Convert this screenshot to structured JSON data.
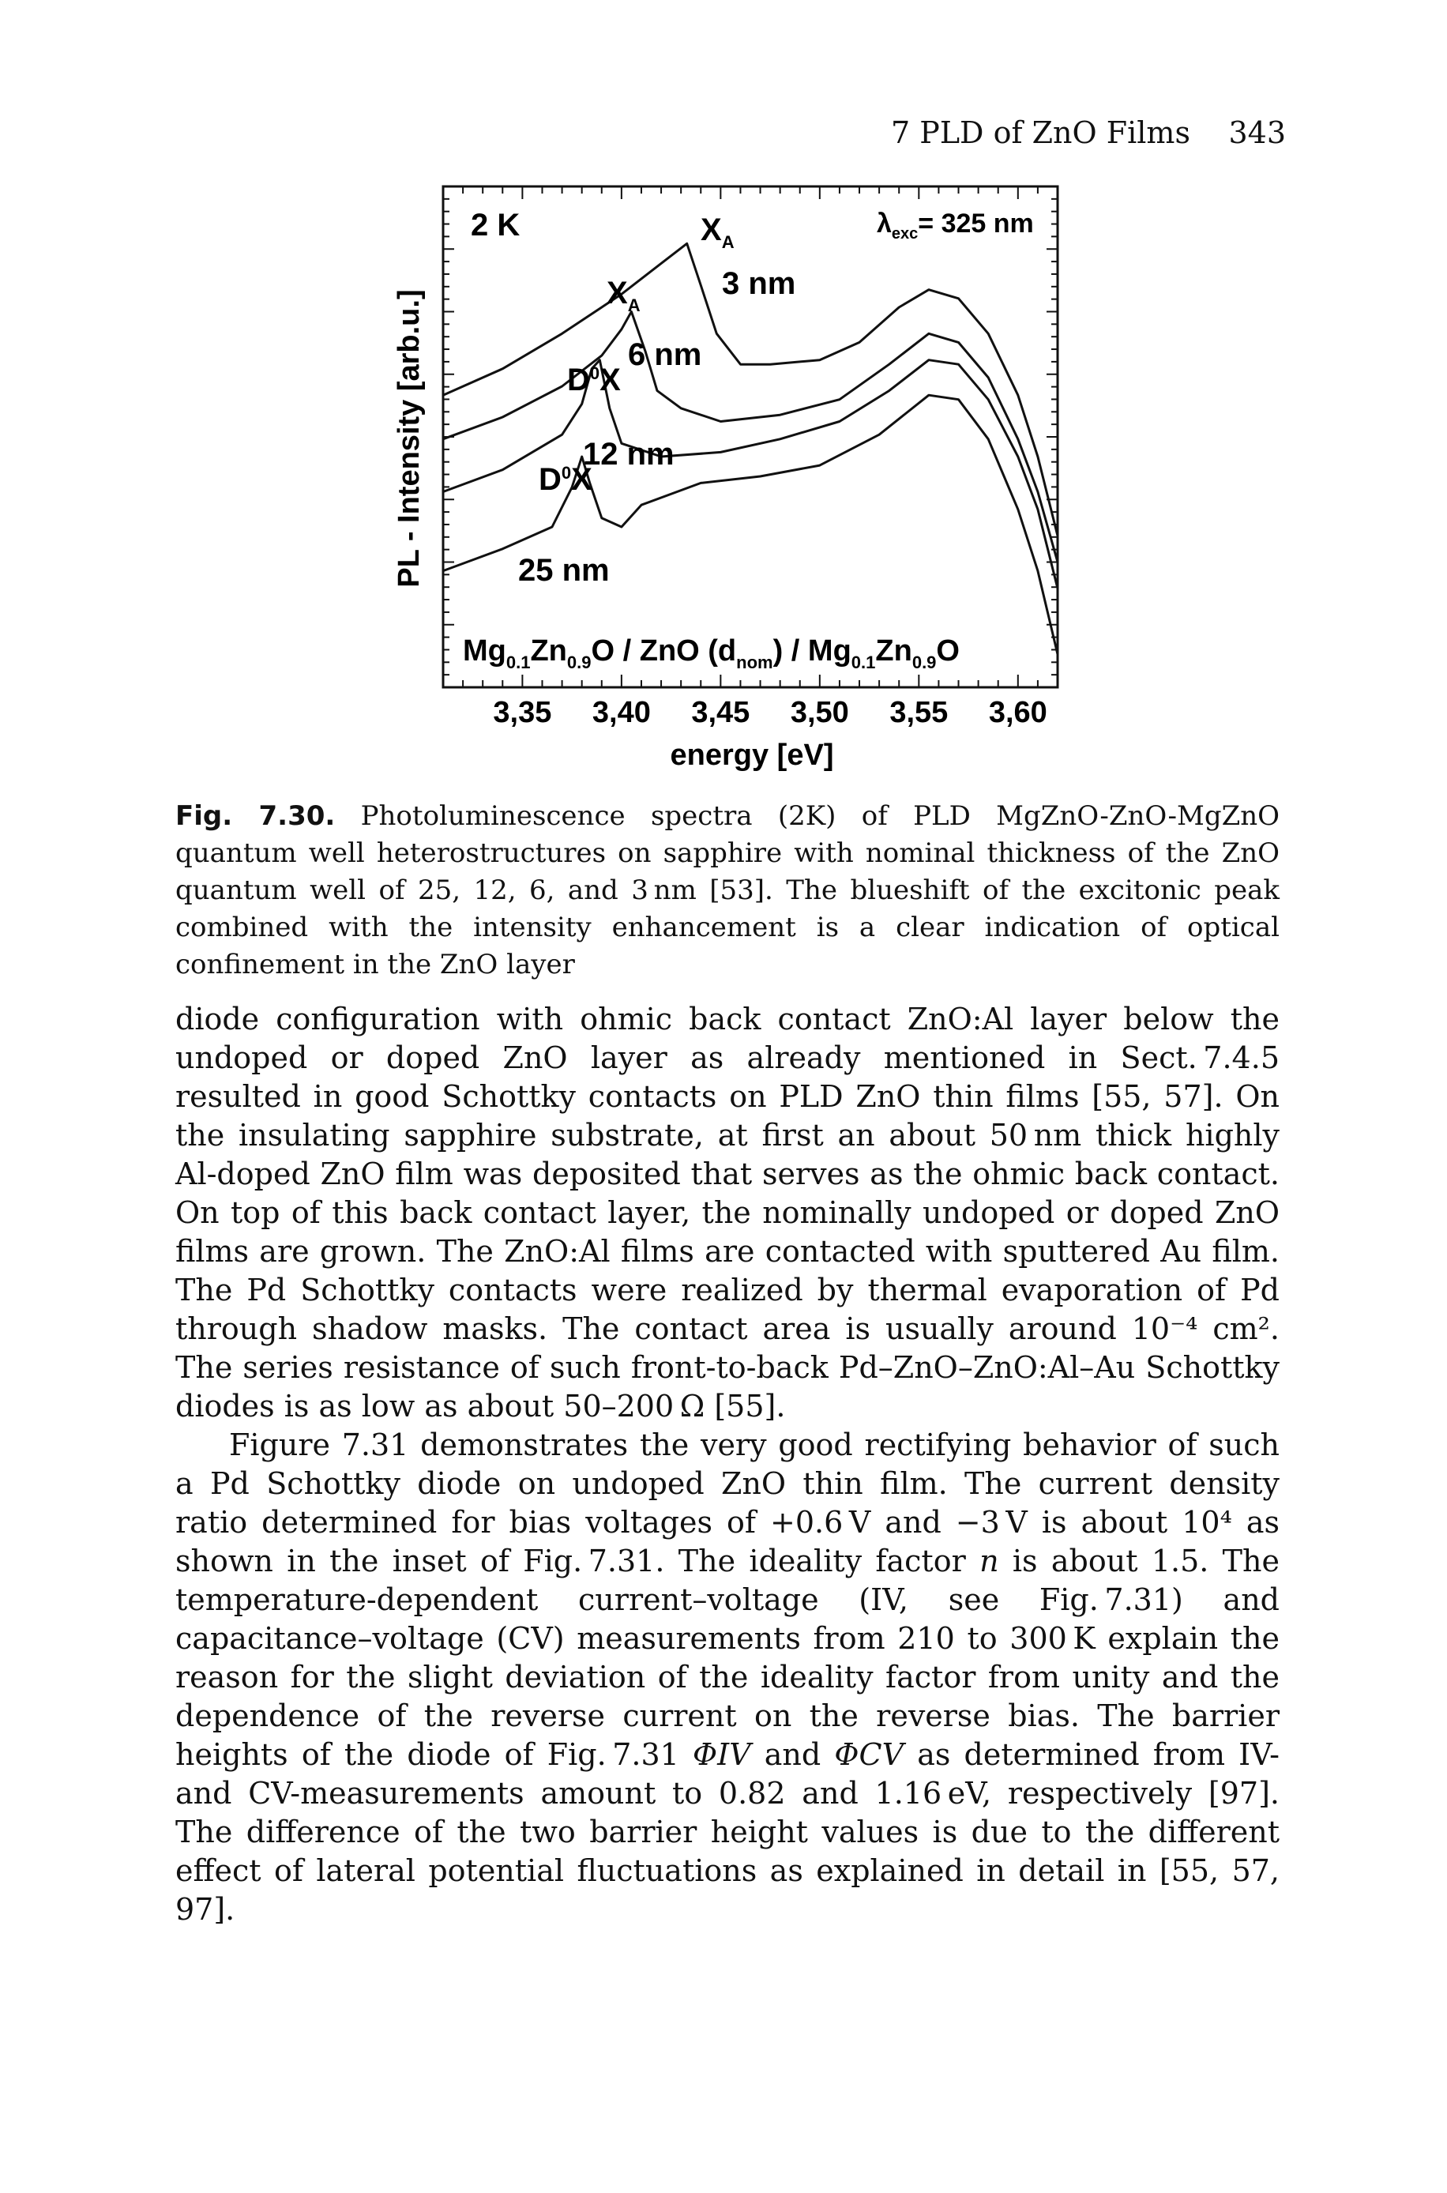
{
  "header": {
    "running_title": "7 PLD of ZnO Films",
    "page_number": "343"
  },
  "figure": {
    "label": "Fig. 7.30.",
    "caption": "Photoluminescence spectra (2K) of PLD MgZnO-ZnO-MgZnO quantum well heterostructures on sapphire with nominal thickness of the ZnO quantum well of 25, 12, 6, and 3 nm [53]. The blueshift of the excitonic peak combined with the intensity enhancement is a clear indication of optical confinement in the ZnO layer"
  },
  "chart_data": {
    "type": "line",
    "xlabel": "energy [eV]",
    "ylabel": "PL - Intensity [arb.u.]",
    "xlim": [
      3.31,
      3.62
    ],
    "ylim": [
      0,
      10
    ],
    "x_ticks": [
      "3,35",
      "3,40",
      "3,45",
      "3,50",
      "3,55",
      "3,60"
    ],
    "x_tick_values": [
      3.35,
      3.4,
      3.45,
      3.5,
      3.55,
      3.6
    ],
    "y_tick_labels": "none",
    "grid": false,
    "annotations": {
      "temperature": "2 K",
      "excitation": "λexc= 325 nm",
      "sample": "Mg0.1Zn0.9O / ZnO (dnom) / Mg0.1Zn0.9O"
    },
    "series": [
      {
        "name": "3 nm",
        "peak_label": "XA",
        "points": [
          [
            3.31,
            6.4
          ],
          [
            3.34,
            7.0
          ],
          [
            3.37,
            7.8
          ],
          [
            3.4,
            8.7
          ],
          [
            3.42,
            9.4
          ],
          [
            3.433,
            9.85
          ],
          [
            3.44,
            8.9
          ],
          [
            3.448,
            7.8
          ],
          [
            3.46,
            7.1
          ],
          [
            3.475,
            7.1
          ],
          [
            3.5,
            7.2
          ],
          [
            3.52,
            7.6
          ],
          [
            3.54,
            8.4
          ],
          [
            3.555,
            8.8
          ],
          [
            3.57,
            8.6
          ],
          [
            3.585,
            7.8
          ],
          [
            3.6,
            6.4
          ],
          [
            3.61,
            5.0
          ],
          [
            3.62,
            3.2
          ]
        ]
      },
      {
        "name": "6 nm",
        "peak_label": "XA",
        "points": [
          [
            3.31,
            5.4
          ],
          [
            3.34,
            5.9
          ],
          [
            3.37,
            6.6
          ],
          [
            3.39,
            7.3
          ],
          [
            3.4,
            7.9
          ],
          [
            3.405,
            8.3
          ],
          [
            3.412,
            7.4
          ],
          [
            3.418,
            6.5
          ],
          [
            3.43,
            6.1
          ],
          [
            3.45,
            5.8
          ],
          [
            3.48,
            5.95
          ],
          [
            3.51,
            6.3
          ],
          [
            3.535,
            7.1
          ],
          [
            3.555,
            7.8
          ],
          [
            3.57,
            7.6
          ],
          [
            3.585,
            6.8
          ],
          [
            3.6,
            5.4
          ],
          [
            3.61,
            4.2
          ],
          [
            3.62,
            2.6
          ]
        ]
      },
      {
        "name": "12 nm",
        "peak_label": "D0X",
        "points": [
          [
            3.31,
            4.2
          ],
          [
            3.34,
            4.7
          ],
          [
            3.37,
            5.5
          ],
          [
            3.38,
            6.2
          ],
          [
            3.385,
            7.0
          ],
          [
            3.389,
            7.2
          ],
          [
            3.394,
            6.1
          ],
          [
            3.4,
            5.3
          ],
          [
            3.42,
            5.0
          ],
          [
            3.45,
            5.1
          ],
          [
            3.48,
            5.4
          ],
          [
            3.51,
            5.8
          ],
          [
            3.535,
            6.5
          ],
          [
            3.555,
            7.2
          ],
          [
            3.57,
            7.1
          ],
          [
            3.585,
            6.3
          ],
          [
            3.6,
            5.0
          ],
          [
            3.61,
            3.8
          ],
          [
            3.62,
            2.0
          ]
        ]
      },
      {
        "name": "25 nm",
        "peak_label": "D0X",
        "points": [
          [
            3.31,
            2.4
          ],
          [
            3.34,
            2.9
          ],
          [
            3.365,
            3.4
          ],
          [
            3.375,
            4.3
          ],
          [
            3.38,
            5.0
          ],
          [
            3.384,
            4.4
          ],
          [
            3.39,
            3.6
          ],
          [
            3.4,
            3.4
          ],
          [
            3.41,
            3.9
          ],
          [
            3.44,
            4.4
          ],
          [
            3.47,
            4.55
          ],
          [
            3.5,
            4.8
          ],
          [
            3.53,
            5.5
          ],
          [
            3.555,
            6.4
          ],
          [
            3.57,
            6.3
          ],
          [
            3.585,
            5.4
          ],
          [
            3.6,
            3.8
          ],
          [
            3.61,
            2.4
          ],
          [
            3.62,
            0.5
          ]
        ]
      }
    ]
  },
  "body": {
    "p1": "diode configuration with ohmic back contact ZnO:Al layer below the undoped or doped ZnO layer as already mentioned in Sect. 7.4.5 resulted in good Schottky contacts on PLD ZnO thin films [55, 57]. On the insulating sapphire substrate, at first an about 50 nm thick highly Al-doped ZnO film was deposited that serves as the ohmic back contact. On top of this back contact layer, the nominally undoped or doped ZnO films are grown. The ZnO:Al films are contacted with sputtered Au film. The Pd Schottky contacts were realized by thermal evaporation of Pd through shadow masks. The contact area is usually around 10⁻⁴ cm². The series resistance of such front-to-back Pd–ZnO–ZnO:Al–Au Schottky diodes is as low as about 50–200 Ω [55].",
    "p2_a": "Figure 7.31 demonstrates the very good rectifying behavior of such a Pd Schottky diode on undoped ZnO thin film. The current density ratio determined for bias voltages of +0.6 V and −3 V is about 10⁴ as shown in the inset of Fig. 7.31. The ideality factor ",
    "p2_math_n": "n",
    "p2_b": " is about 1.5. The temperature-dependent current–voltage (IV, see Fig. 7.31) and capacitance–voltage (CV) measurements from 210 to 300 K explain the reason for the slight deviation of the ideality factor from unity and the dependence of the reverse current on the reverse bias. The barrier heights of the diode of Fig. 7.31 ",
    "p2_math_phi_iv": "ΦIV",
    "p2_c": " and ",
    "p2_math_phi_cv": "ΦCV",
    "p2_d": " as determined from IV- and CV-measurements amount to 0.82 and 1.16 eV, respectively [97]. The difference of the two barrier height values is due to the different effect of lateral potential fluctuations as explained in detail in [55, 57, 97]."
  }
}
